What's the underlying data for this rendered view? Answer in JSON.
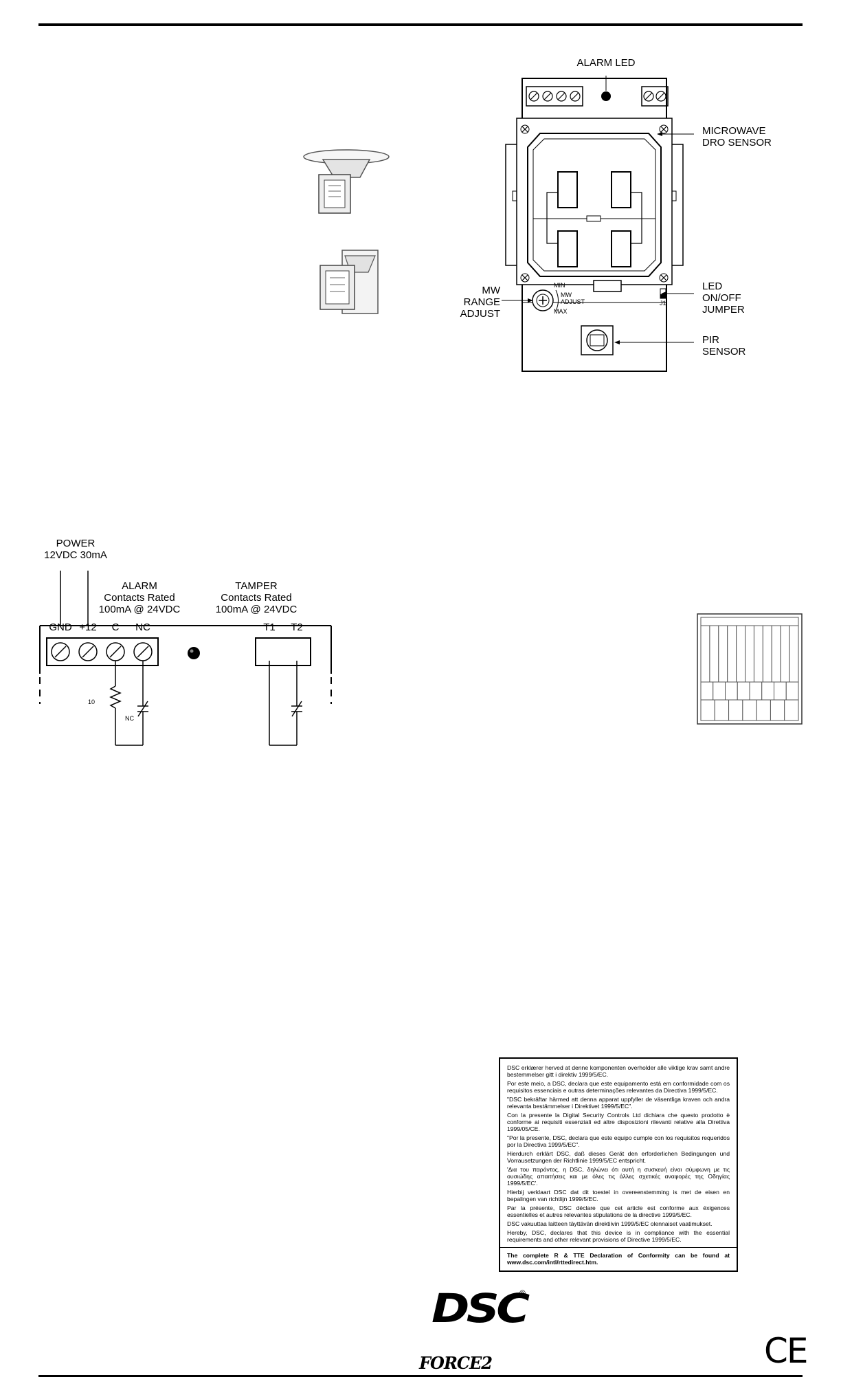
{
  "top_diagram": {
    "alarm_led": "ALARM LED",
    "microwave_line1": "MICROWAVE",
    "microwave_line2": "DRO SENSOR",
    "led_line1": "LED",
    "led_line2": "ON/OFF",
    "led_line3": "JUMPER",
    "mw_line1": "MW",
    "mw_line2": "RANGE",
    "mw_line3": "ADJUST",
    "min": "MIN",
    "mw_adj_1": "MW",
    "mw_adj_2": "ADJUST",
    "max": "MAX",
    "j1": "J1",
    "pir_line1": "PIR",
    "pir_line2": "SENSOR"
  },
  "wiring": {
    "power": "POWER",
    "power_rating": "12VDC 30mA",
    "alarm": "ALARM",
    "alarm_contacts": "Contacts Rated",
    "alarm_rating": "100mA @ 24VDC",
    "tamper": "TAMPER",
    "tamper_contacts": "Contacts Rated",
    "tamper_rating": "100mA @ 24VDC",
    "terminals": [
      "GND",
      "+12",
      "C",
      "NC",
      "T1",
      "T2"
    ],
    "resistor": "10",
    "nc": "NC"
  },
  "declaration": {
    "paragraphs": [
      "DSC erklærer herved at denne komponenten overholder alle viktige krav samt andre bestemmelser gitt i direktiv 1999/5/EC.",
      "Por este meio, a DSC, declara que este equipamento está em conformidade com os requisitos essenciais e outras determinações relevantes da Directiva 1999/5/EC.",
      "\"DSC bekräftar härmed att denna apparat uppfyller de väsentliga kraven och andra relevanta bestämmelser i Direktivet 1999/5/EC\".",
      "Con la presente la Digital Security Controls Ltd dichiara che questo prodotto è conforme ai requisiti essenziali ed altre disposizioni rilevanti relative alla Direttiva 1999/05/CE.",
      "\"Por la presente, DSC, declara que este equipo cumple con los requisitos requeridos por la Directiva 1999/5/EC\".",
      "Hierdurch erklärt DSC, daß dieses Gerät den erforderlichen Bedingungen und Vorrausetzungen der Richtlinie 1999/5/EC entspricht.",
      "'Δια του παρόντος, η DSC, δηλώνει ότι αυτή η συσκευή είναι σύμφωνη με τις ουσιώδης απαιτήσεις και με όλες τις άλλες σχετικές αναφορές της Οδηγίας 1999/5/EC'.",
      "Hierbij verklaart DSC dat dit toestel in overeenstemming is met de eisen en bepalingen van richtlijn 1999/5/EC.",
      "Par la présente, DSC déclare que cet article est conforme aux éxigences essentielles et autres relevantes stipulations de la directive 1999/5/EC.",
      "DSC vakuuttaa laitteen täyttävän direktiivin 1999/5/EC olennaiset vaatimukset.",
      "Hereby, DSC, declares that this device is in compliance with the essential requirements and other relevant provisions of Directive 1999/5/EC."
    ],
    "footer": "The complete R & TTE Declaration of Conformity can be found at www.dsc.com/intl/rttedirect.htm."
  },
  "branding": {
    "logo": "DSC",
    "registered": "®",
    "product": "FORCE2",
    "ce_mark": "CE"
  }
}
